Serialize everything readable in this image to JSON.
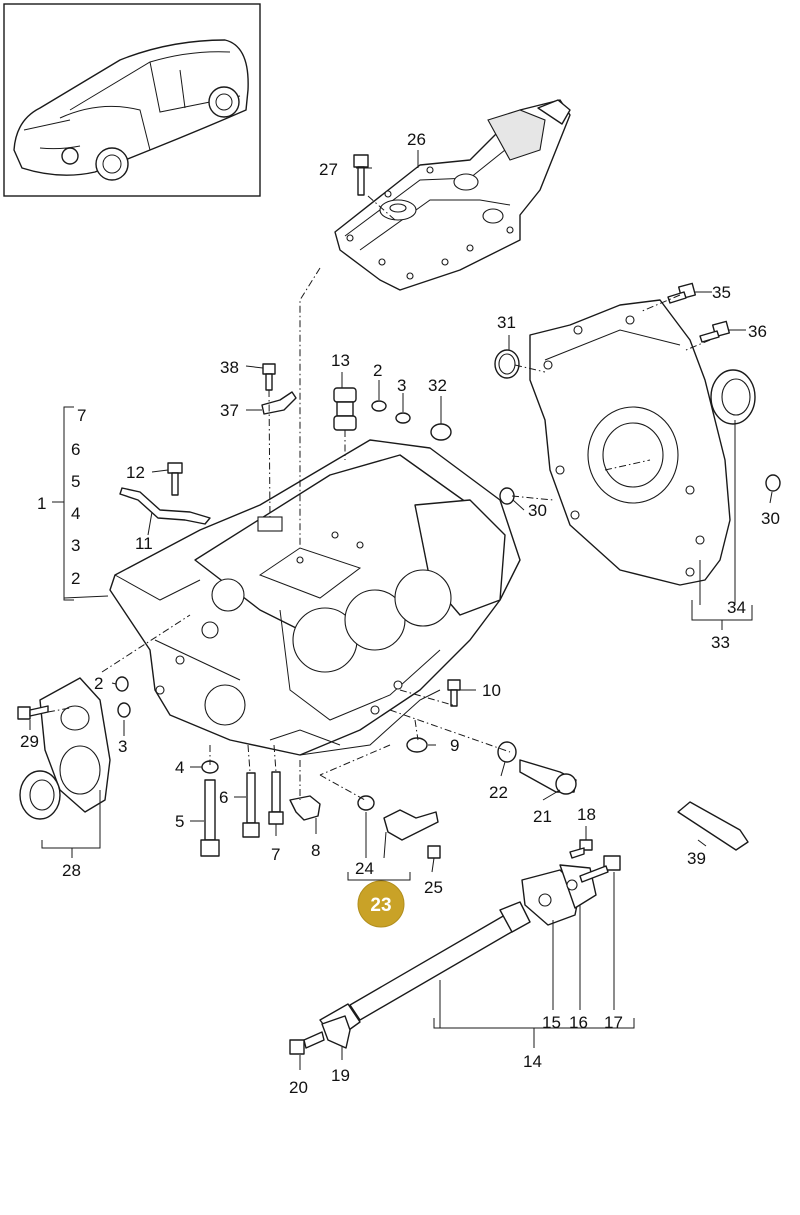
{
  "diagram": {
    "callouts": {
      "p1": "1",
      "p2a": "2",
      "p2b": "2",
      "p2c": "2",
      "p3a": "3",
      "p3b": "3",
      "p4": "4",
      "p4b": "4",
      "p5": "5",
      "p5b": "5",
      "p6": "6",
      "p6b": "6",
      "p7": "7",
      "p7b": "7",
      "p8": "8",
      "p9": "9",
      "p10": "10",
      "p11": "11",
      "p12": "12",
      "p13": "13",
      "p14": "14",
      "p15": "15",
      "p16": "16",
      "p17": "17",
      "p18": "18",
      "p19": "19",
      "p20": "20",
      "p21": "21",
      "p22": "22",
      "p23": "23",
      "p24": "24",
      "p25": "25",
      "p26": "26",
      "p27": "27",
      "p28": "28",
      "p29": "29",
      "p30a": "30",
      "p30b": "30",
      "p31": "31",
      "p32": "32",
      "p33": "33",
      "p34": "34",
      "p35": "35",
      "p36": "36",
      "p37": "37",
      "p38": "38",
      "p39": "39",
      "p3c": "3"
    },
    "highlight": {
      "label": "23",
      "color": "#c9a227"
    }
  }
}
